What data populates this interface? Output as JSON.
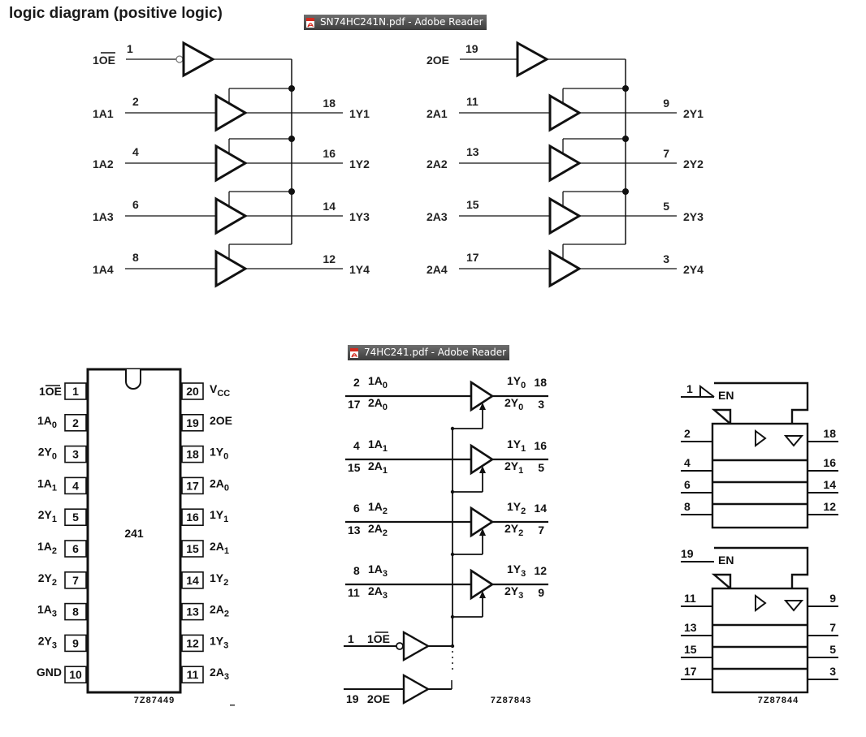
{
  "title": "logic diagram (positive logic)",
  "reader_tabs": [
    {
      "label": "SN74HC241N.pdf - Adobe Reader",
      "icon": "pdf-icon"
    },
    {
      "label": "74HC241.pdf - Adobe Reader",
      "icon": "pdf-icon"
    }
  ],
  "ti_diagram": {
    "group1": {
      "enable": {
        "label": "1OE",
        "pin": "1",
        "inverted": true
      },
      "buffers": [
        {
          "in_label": "1A1",
          "in_pin": "2",
          "out_pin": "18",
          "out_label": "1Y1"
        },
        {
          "in_label": "1A2",
          "in_pin": "4",
          "out_pin": "16",
          "out_label": "1Y2"
        },
        {
          "in_label": "1A3",
          "in_pin": "6",
          "out_pin": "14",
          "out_label": "1Y3"
        },
        {
          "in_label": "1A4",
          "in_pin": "8",
          "out_pin": "12",
          "out_label": "1Y4"
        }
      ]
    },
    "group2": {
      "enable": {
        "label": "2OE",
        "pin": "19",
        "inverted": false
      },
      "buffers": [
        {
          "in_label": "2A1",
          "in_pin": "11",
          "out_pin": "9",
          "out_label": "2Y1"
        },
        {
          "in_label": "2A2",
          "in_pin": "13",
          "out_pin": "7",
          "out_label": "2Y2"
        },
        {
          "in_label": "2A3",
          "in_pin": "15",
          "out_pin": "5",
          "out_label": "2Y3"
        },
        {
          "in_label": "2A4",
          "in_pin": "17",
          "out_pin": "3",
          "out_label": "2Y4"
        }
      ]
    }
  },
  "pinout": {
    "part": "241",
    "code": "7Z87449",
    "left_pins": [
      {
        "num": "1",
        "name": "1",
        "sub": "",
        "suffix": "OE",
        "overline": true
      },
      {
        "num": "2",
        "name": "1A",
        "sub": "0"
      },
      {
        "num": "3",
        "name": "2Y",
        "sub": "0"
      },
      {
        "num": "4",
        "name": "1A",
        "sub": "1"
      },
      {
        "num": "5",
        "name": "2Y",
        "sub": "1"
      },
      {
        "num": "6",
        "name": "1A",
        "sub": "2"
      },
      {
        "num": "7",
        "name": "2Y",
        "sub": "2"
      },
      {
        "num": "8",
        "name": "1A",
        "sub": "3"
      },
      {
        "num": "9",
        "name": "2Y",
        "sub": "3"
      },
      {
        "num": "10",
        "name": "GND",
        "sub": ""
      }
    ],
    "right_pins": [
      {
        "num": "20",
        "name": "V",
        "sub": "CC"
      },
      {
        "num": "19",
        "name": "2OE",
        "sub": ""
      },
      {
        "num": "18",
        "name": "1Y",
        "sub": "0"
      },
      {
        "num": "17",
        "name": "2A",
        "sub": "0"
      },
      {
        "num": "16",
        "name": "1Y",
        "sub": "1"
      },
      {
        "num": "15",
        "name": "2A",
        "sub": "1"
      },
      {
        "num": "14",
        "name": "1Y",
        "sub": "2"
      },
      {
        "num": "13",
        "name": "2A",
        "sub": "2"
      },
      {
        "num": "12",
        "name": "1Y",
        "sub": "3"
      },
      {
        "num": "11",
        "name": "2A",
        "sub": "3"
      }
    ]
  },
  "nxp_logic": {
    "code": "7Z87843",
    "rows": [
      {
        "in_top_pin": "2",
        "in_top": "1A",
        "in_top_sub": "0",
        "in_bot_pin": "17",
        "in_bot": "2A",
        "in_bot_sub": "0",
        "out_top": "1Y",
        "out_top_sub": "0",
        "out_top_pin": "18",
        "out_bot": "2Y",
        "out_bot_sub": "0",
        "out_bot_pin": "3"
      },
      {
        "in_top_pin": "4",
        "in_top": "1A",
        "in_top_sub": "1",
        "in_bot_pin": "15",
        "in_bot": "2A",
        "in_bot_sub": "1",
        "out_top": "1Y",
        "out_top_sub": "1",
        "out_top_pin": "16",
        "out_bot": "2Y",
        "out_bot_sub": "1",
        "out_bot_pin": "5"
      },
      {
        "in_top_pin": "6",
        "in_top": "1A",
        "in_top_sub": "2",
        "in_bot_pin": "13",
        "in_bot": "2A",
        "in_bot_sub": "2",
        "out_top": "1Y",
        "out_top_sub": "2",
        "out_top_pin": "14",
        "out_bot": "2Y",
        "out_bot_sub": "2",
        "out_bot_pin": "7"
      },
      {
        "in_top_pin": "8",
        "in_top": "1A",
        "in_top_sub": "3",
        "in_bot_pin": "11",
        "in_bot": "2A",
        "in_bot_sub": "3",
        "out_top": "1Y",
        "out_top_sub": "3",
        "out_top_pin": "12",
        "out_bot": "2Y",
        "out_bot_sub": "3",
        "out_bot_pin": "9"
      }
    ],
    "enables": [
      {
        "pin": "1",
        "label": "1OE",
        "overline": true
      },
      {
        "pin": "19",
        "label": "2OE",
        "overline": false
      }
    ]
  },
  "iec_symbol": {
    "code": "7Z87844",
    "blocks": [
      {
        "en_pin": "1",
        "en_label": "EN",
        "en_negated": true,
        "inputs": [
          "2",
          "4",
          "6",
          "8"
        ],
        "outputs": [
          "18",
          "16",
          "14",
          "12"
        ]
      },
      {
        "en_pin": "19",
        "en_label": "EN",
        "en_negated": false,
        "inputs": [
          "11",
          "13",
          "15",
          "17"
        ],
        "outputs": [
          "9",
          "7",
          "5",
          "3"
        ]
      }
    ]
  }
}
